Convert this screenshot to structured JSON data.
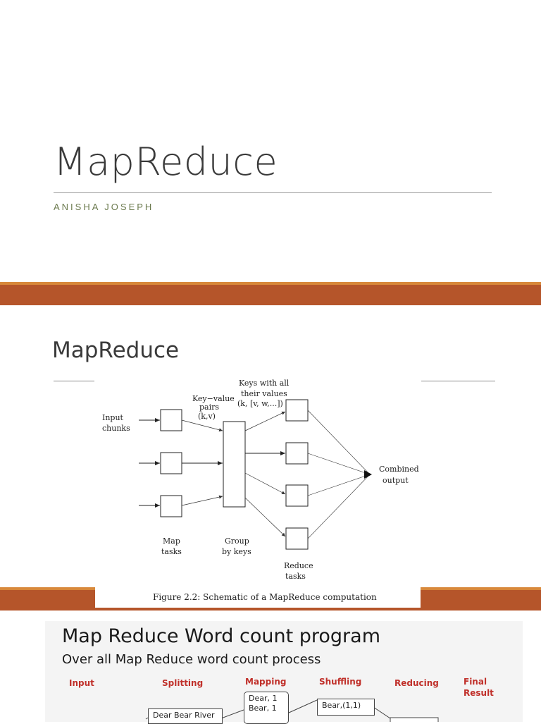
{
  "slide1": {
    "title": "MapReduce",
    "subtitle": "ANISHA JOSEPH"
  },
  "slide2": {
    "title": "MapReduce",
    "figure": {
      "label_input": [
        "Input",
        "chunks"
      ],
      "label_kv": [
        "Key−value",
        "pairs",
        "(k,v)"
      ],
      "label_keys": [
        "Keys with all",
        "their values",
        "(k, [v, w,...])"
      ],
      "label_combined": [
        "Combined",
        "output"
      ],
      "label_map": [
        "Map",
        "tasks"
      ],
      "label_group": [
        "Group",
        "by keys"
      ],
      "label_reduce": [
        "Reduce",
        "tasks"
      ],
      "caption": "Figure 2.2: Schematic of a MapReduce computation"
    }
  },
  "slide3": {
    "title": "Map Reduce Word count program",
    "subtitle": "Over all Map Reduce word count process",
    "stages": [
      "Input",
      "Splitting",
      "Mapping",
      "Shuffling",
      "Reducing",
      "Final Result"
    ],
    "split_box": "Dear Bear River",
    "map_box": [
      "Dear, 1",
      "Bear, 1"
    ],
    "shuffle_box": "Bear,(1,1)"
  },
  "colors": {
    "band": "#b5552a",
    "band_highlight": "#d8883a",
    "subtitle": "#6b7a4e",
    "stage_label": "#c0302a"
  }
}
